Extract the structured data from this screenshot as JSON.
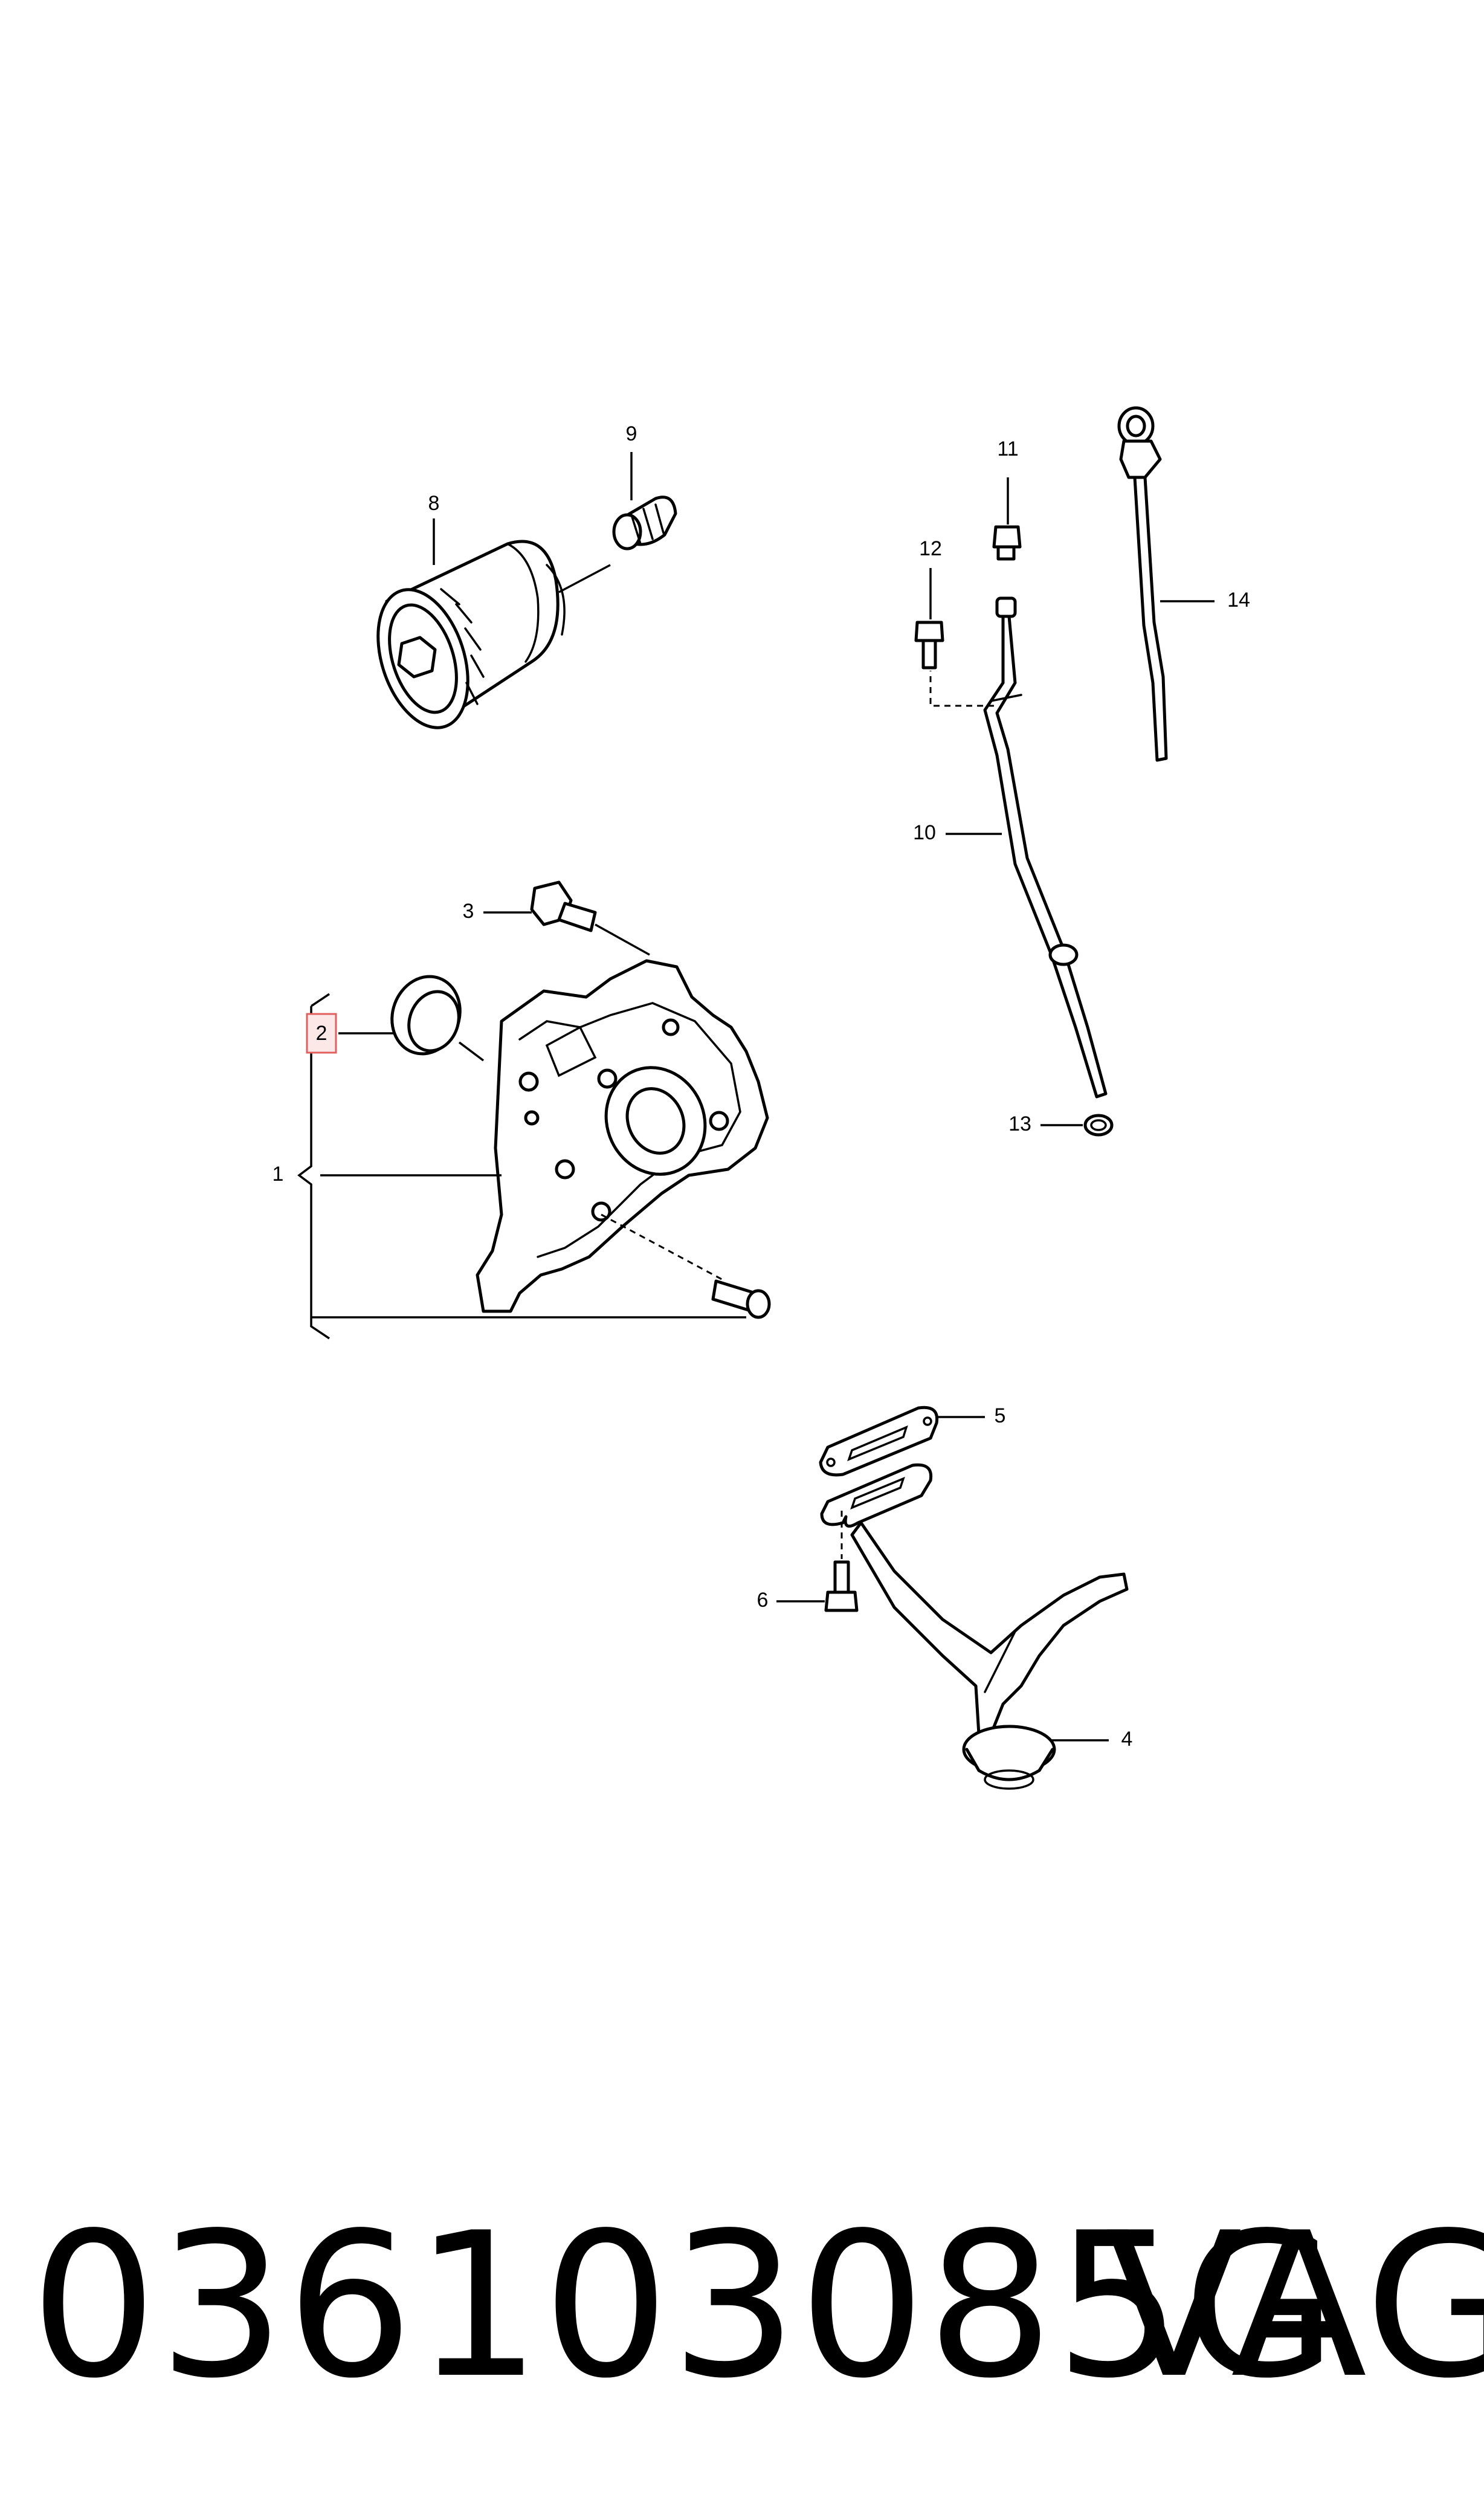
{
  "callouts": {
    "c1": "1",
    "c2": "2",
    "c3": "3",
    "c4": "4",
    "c5": "5",
    "c6": "6",
    "c8": "8",
    "c9": "9",
    "c10": "10",
    "c11": "11",
    "c12": "12",
    "c13": "13",
    "c14": "14"
  },
  "highlighted_callout": "2",
  "highlight_color": "#e06060",
  "footer": {
    "part_number": "036103085G",
    "brand": "VAG"
  }
}
